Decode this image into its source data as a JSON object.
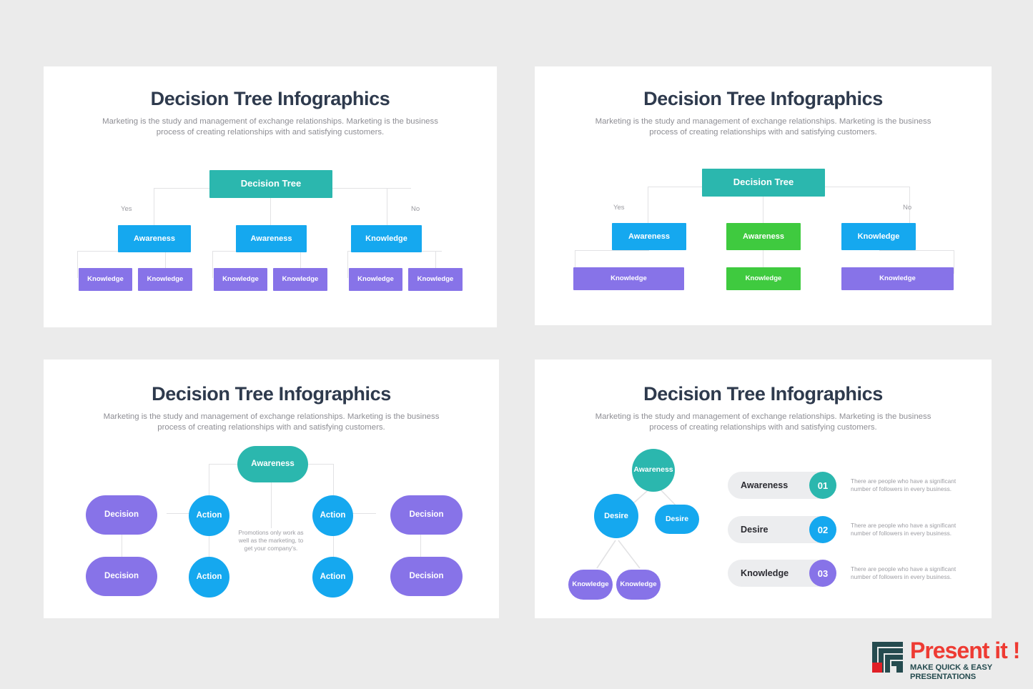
{
  "page": {
    "background_color": "#ebebeb",
    "panel_background": "#ffffff"
  },
  "colors": {
    "teal": "#2bb7ae",
    "blue": "#15a8ef",
    "purple": "#8773e8",
    "green": "#3fca3f",
    "title": "#2e3a4d",
    "body_text": "#8e8e94",
    "connector": "#e2e2e4",
    "chip_bg": "#ecedef",
    "logo_red": "#ee3b33",
    "logo_dark": "#254b4f"
  },
  "header": {
    "title": "Decision Tree Infographics",
    "subtitle": "Marketing is the study and management of exchange relationships. Marketing is the business process of creating relationships with and satisfying customers."
  },
  "panel1": {
    "title": "Decision Tree Infographics",
    "subtitle": "Marketing is the study and management of exchange relationships. Marketing is the business process of creating relationships with and satisfying customers.",
    "root": "Decision Tree",
    "yes_label": "Yes",
    "no_label": "No",
    "level2": [
      "Awareness",
      "Awareness",
      "Knowledge"
    ],
    "level3": [
      "Knowledge",
      "Knowledge",
      "Knowledge",
      "Knowledge",
      "Knowledge",
      "Knowledge"
    ]
  },
  "panel2": {
    "title": "Decision Tree Infographics",
    "subtitle": "Marketing is the study and management of exchange relationships. Marketing is the business process of creating relationships with and satisfying customers.",
    "root": "Decision Tree",
    "yes_label": "Yes",
    "no_label": "No",
    "level2": [
      "Awareness",
      "Awareness",
      "Knowledge"
    ],
    "level3": [
      "Knowledge",
      "Knowledge",
      "Knowledge"
    ]
  },
  "panel3": {
    "title": "Decision Tree Infographics",
    "subtitle": "Marketing is the study and management of exchange relationships. Marketing is the business process of creating relationships with and satisfying customers.",
    "root": "Awareness",
    "note": "Promotions only work as well as the marketing, to get your company's.",
    "nodes": {
      "decision_left_top": "Decision",
      "action_left_top": "Action",
      "action_right_top": "Action",
      "decision_right_top": "Decision",
      "decision_left_bottom": "Decision",
      "action_left_bottom": "Action",
      "action_right_bottom": "Action",
      "decision_right_bottom": "Decision"
    }
  },
  "panel4": {
    "title": "Decision Tree Infographics",
    "subtitle": "Marketing is the study and management of exchange relationships. Marketing is the business process of creating relationships with and satisfying customers.",
    "tree": {
      "root": "Awareness",
      "child_left": "Desire",
      "child_right": "Desire",
      "leaf_left": "Knowledge",
      "leaf_right": "Knowledge"
    },
    "list": [
      {
        "label": "Awareness",
        "number": "01",
        "color": "#2bb7ae",
        "description": "There are people who have a significant number of followers in every business."
      },
      {
        "label": "Desire",
        "number": "02",
        "color": "#15a8ef",
        "description": "There are people who have a significant number of followers in every business."
      },
      {
        "label": "Knowledge",
        "number": "03",
        "color": "#8773e8",
        "description": "There are people who have a significant number of followers in every business."
      }
    ]
  },
  "logo": {
    "name": "Present it !",
    "tagline": "MAKE QUICK & EASY PRESENTATIONS"
  }
}
